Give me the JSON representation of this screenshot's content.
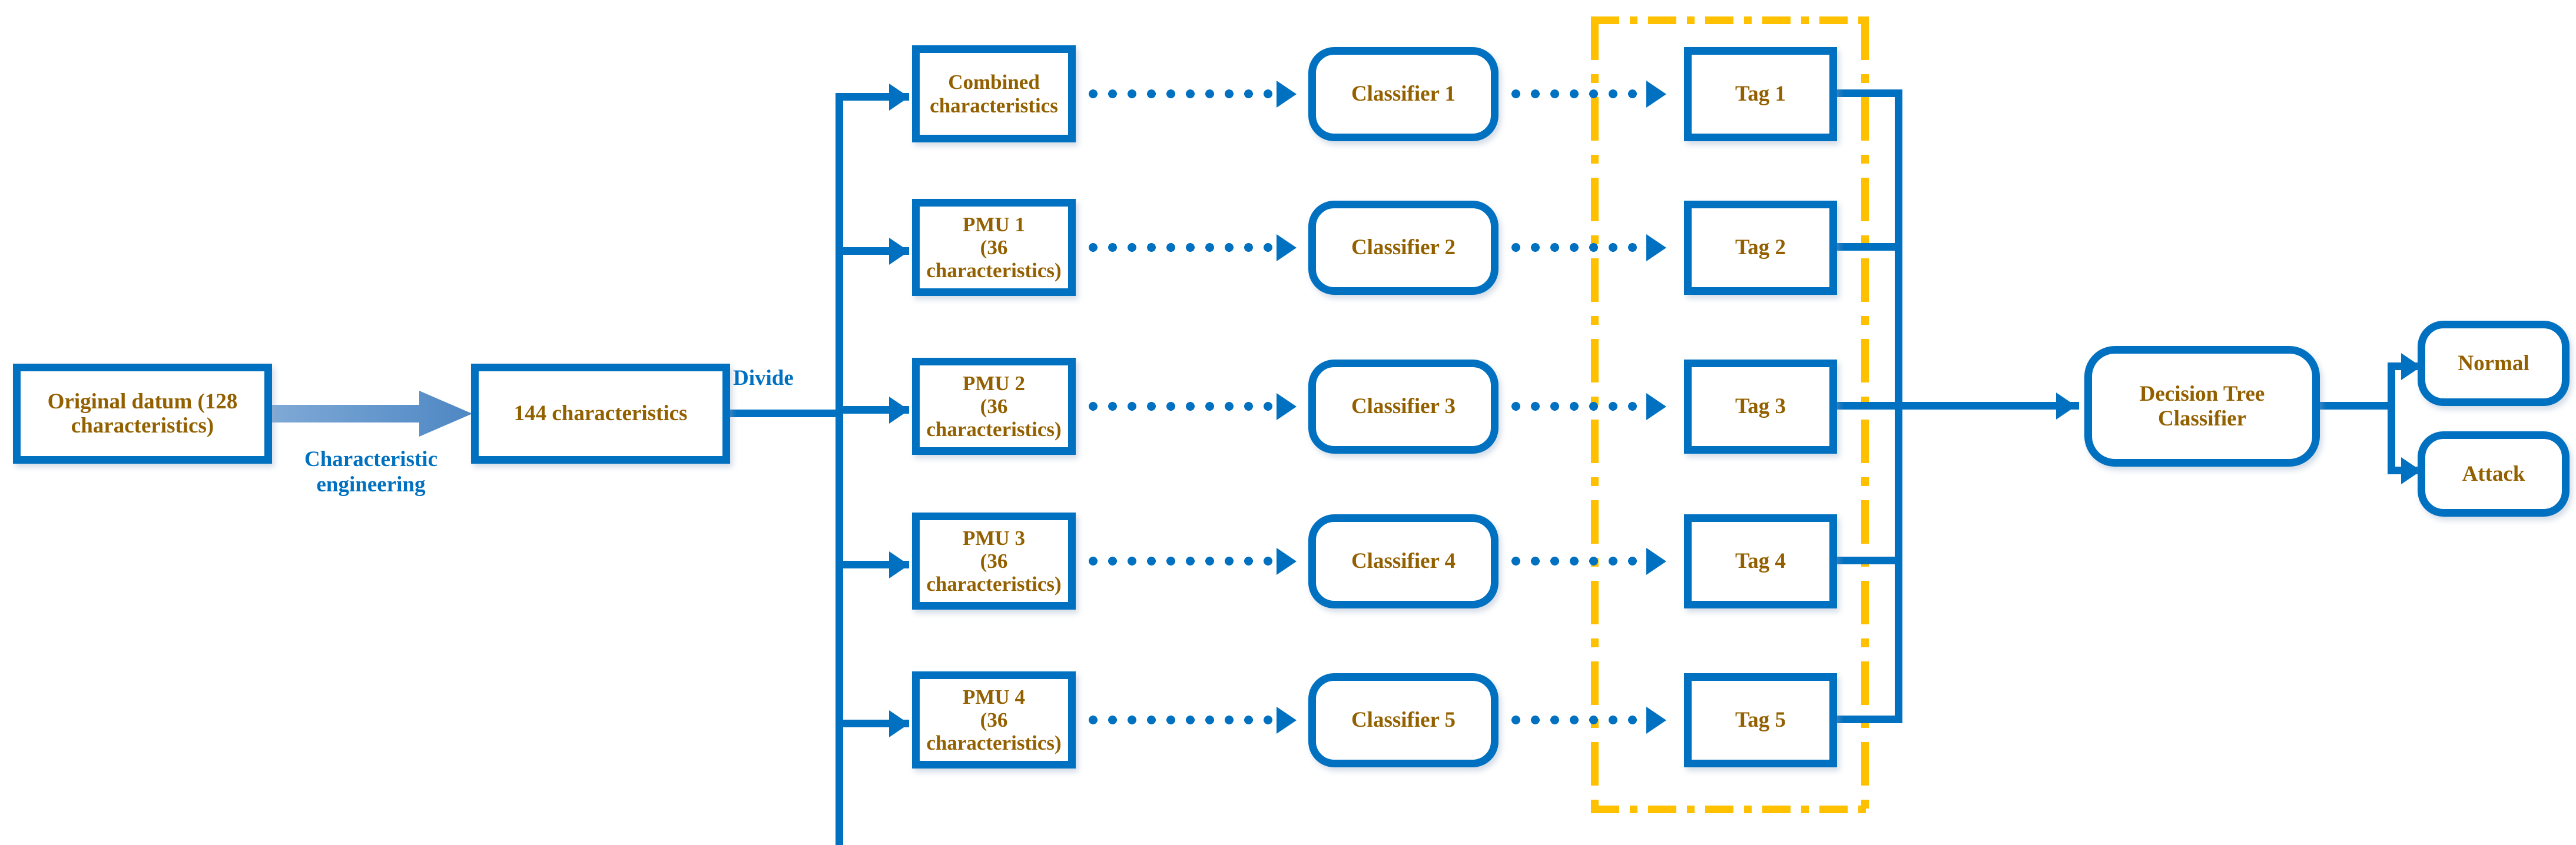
{
  "diagram": {
    "title": "PMU feature-split multi-classifier attack detection pipeline",
    "colors": {
      "box_border": "#0070C0",
      "box_fill": "#FFFFFF",
      "box_text": "#936000",
      "connector": "#0070C0",
      "label_text": "#0070C0",
      "highlight_region": "#FFC000",
      "background": "#FFFFFF"
    },
    "input": {
      "original_datum": {
        "line1": "Original datum (128",
        "line2": "characteristics)"
      },
      "engineering_label": {
        "line1": "Characteristic",
        "line2": "engineering"
      },
      "features_144": "144 characteristics",
      "divide_label": "Divide"
    },
    "feature_blocks": [
      {
        "line1": "Combined",
        "line2": "characteristics"
      },
      {
        "line1": "PMU 1",
        "line2": "(36 characteristics)"
      },
      {
        "line1": "PMU 2",
        "line2": "(36 characteristics)"
      },
      {
        "line1": "PMU 3",
        "line2": "(36 characteristics)"
      },
      {
        "line1": "PMU 4",
        "line2": "(36 characteristics)"
      }
    ],
    "classifiers": [
      "Classifier 1",
      "Classifier 2",
      "Classifier 3",
      "Classifier 4",
      "Classifier 5"
    ],
    "tags": [
      "Tag 1",
      "Tag 2",
      "Tag 3",
      "Tag 4",
      "Tag 5"
    ],
    "aggregator": {
      "line1": "Decision Tree",
      "line2": "Classifier"
    },
    "outputs": [
      "Normal",
      "Attack"
    ]
  }
}
